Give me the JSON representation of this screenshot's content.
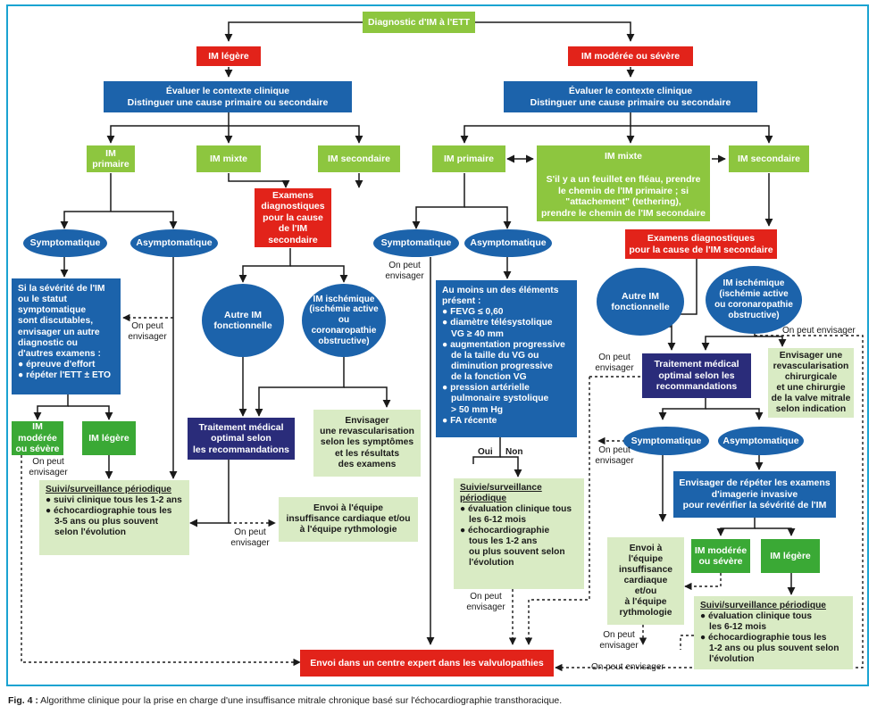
{
  "root": "Diagnostic d'IM à l'ETT",
  "left": {
    "sev": "IM légère",
    "ctx": [
      "Évaluer le contexte clinique",
      "Distinguer une cause primaire ou secondaire"
    ],
    "primaire": "IM primaire",
    "mixte": "IM mixte",
    "secondaire": "IM secondaire",
    "exam": [
      "Examens",
      "diagnostiques",
      "pour la cause",
      "de l'IM secondaire"
    ],
    "symptomatique": "Symptomatique",
    "asymptomatique": "Asymptomatique",
    "severity_box": [
      "Si la sévérité de l'IM",
      "ou le statut",
      "symptomatique",
      "sont discutables,",
      "envisager un autre",
      "diagnostic ou",
      "d'autres examens :",
      "● épreuve d'effort",
      "● répéter l'ETT ± ETO"
    ],
    "modsev": [
      "IM modérée",
      "ou sévère"
    ],
    "legere": "IM légère",
    "autre": [
      "Autre IM",
      "fonctionnelle"
    ],
    "isch": [
      "IM ischémique",
      "(ischémie active",
      "ou coronaropathie",
      "obstructive)"
    ],
    "traitement": [
      "Traitement médical",
      "optimal selon",
      "les recommandations"
    ],
    "envisager_revasc": [
      "Envisager",
      "une revascularisation",
      "selon les symptômes",
      "et les résultats",
      "des examens"
    ],
    "suivi": [
      "Suivi/surveillance périodique",
      "● suivi clinique tous les 1-2 ans",
      "● échocardiographie tous les",
      "3-5 ans ou plus souvent",
      "selon l'évolution"
    ],
    "envoi_ic": [
      "Envoi à l'équipe",
      "insuffisance cardiaque et/ou",
      "à l'équipe rythmologie"
    ]
  },
  "right": {
    "sev": "IM modérée ou sévère",
    "ctx": [
      "Évaluer le contexte clinique",
      "Distinguer une cause primaire ou secondaire"
    ],
    "primaire": "IM primaire",
    "mixte_title": "IM mixte",
    "mixte": [
      "S'il y a un feuillet en fléau, prendre",
      "le chemin de l'IM primaire ; si",
      "\"attachement\" (tethering),",
      "prendre le chemin de l'IM secondaire"
    ],
    "secondaire": "IM secondaire",
    "exam": [
      "Examens diagnostiques",
      "pour la cause de l'IM secondaire"
    ],
    "symptomatique": "Symptomatique",
    "asymptomatique": "Asymptomatique",
    "elements": [
      "Au moins un des éléments",
      "présent :",
      "● FEVG ≤ 0,60",
      "● diamètre télésystolique",
      "VG ≥ 40 mm",
      "● augmentation progressive",
      "de la taille du VG ou",
      "diminution progressive",
      "de la fonction VG",
      "● pression artérielle",
      "pulmonaire systolique",
      "> 50 mm Hg",
      "● FA récente"
    ],
    "oui": "Oui",
    "non": "Non",
    "suivie": [
      "Suivie/surveillance",
      "périodique",
      "● évaluation clinique tous",
      "les 6-12 mois",
      "● échocardiographie",
      "tous les 1-2 ans",
      "ou plus souvent selon",
      "l'évolution"
    ],
    "autre": [
      "Autre IM",
      "fonctionnelle"
    ],
    "isch": [
      "IM ischémique",
      "(ischémie active",
      "ou coronaropathie",
      "obstructive)"
    ],
    "traitement": [
      "Traitement médical",
      "optimal selon les",
      "recommandations"
    ],
    "envisager_chir": [
      "Envisager une",
      "revascularisation",
      "chirurgicale",
      "et une chirurgie",
      "de la valve mitrale",
      "selon indication"
    ],
    "symptomatique2": "Symptomatique",
    "asymptomatique2": "Asymptomatique",
    "repeter": [
      "Envisager de répéter les examens",
      "d'imagerie invasive",
      "pour revérifier la sévérité de l'IM"
    ],
    "envoi_equipe": [
      "Envoi à",
      "l'équipe",
      "insuffisance",
      "cardiaque",
      "et/ou",
      "à l'équipe",
      "rythmologie"
    ],
    "modsev": [
      "IM modérée",
      "ou sévère"
    ],
    "legere": "IM légère",
    "suivi": [
      "Suivi/surveillance périodique",
      "● évaluation clinique tous",
      "les 6-12 mois",
      "● échocardiographie tous les",
      "1-2 ans ou plus souvent selon",
      "l'évolution"
    ]
  },
  "envoi_expert": "Envoi dans un centre expert dans les valvulopathies",
  "notes": {
    "peut": "On peut",
    "envisager": "envisager",
    "peut_envisager": "On peut envisager"
  },
  "caption": {
    "label": "Fig. 4 :",
    "text": " Algorithme clinique pour la prise en charge d'une insuffisance mitrale chronique basé sur l'échocardiographie transthoracique."
  },
  "colors": {
    "frame": "#1aa3d1",
    "lime": "#8dc63f",
    "red": "#e2231a",
    "blue": "#1c63ab",
    "navy": "#2a2c7a",
    "green": "#3aa935",
    "pale": "#d9ebc4"
  }
}
